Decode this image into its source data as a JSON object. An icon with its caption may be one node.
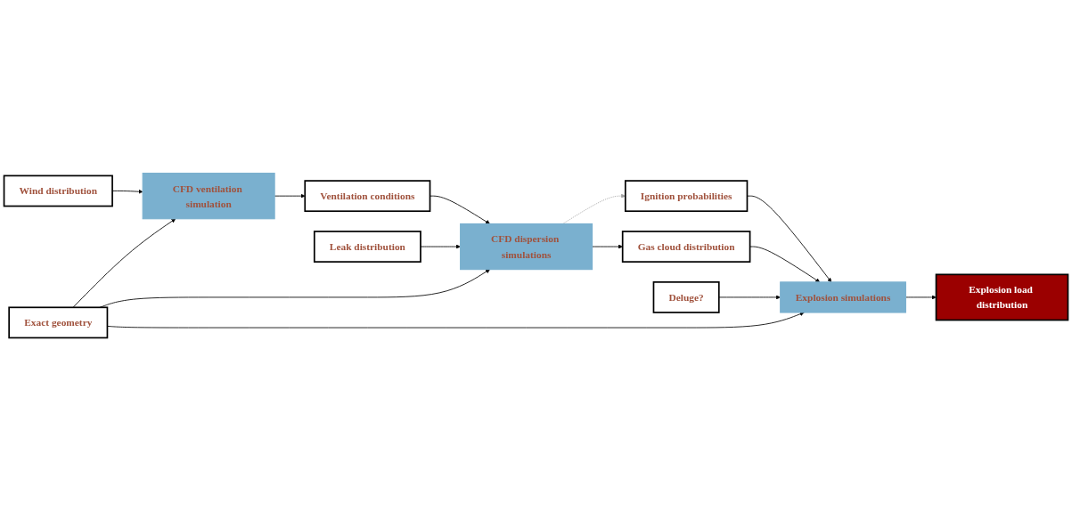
{
  "diagram": {
    "nodes": [
      {
        "text": [
          "CFD ventilation simulation"
        ]
      },
      {
        "text": [
          "Ventilation conditions"
        ]
      },
      {
        "text": [
          "CFD dispersion simulations"
        ]
      },
      {
        "text": [
          "Ignition probabilities"
        ]
      },
      {
        "text": [
          "Wind distribution"
        ]
      },
      {
        "text": [
          "Leak distribution"
        ]
      },
      {
        "text": [
          "Gas cloud distribution"
        ]
      },
      {
        "text": [
          "Explosion simulations"
        ]
      },
      {
        "text": [
          "Deluge?"
        ]
      },
      {
        "text": [
          "Exact geometry"
        ]
      },
      {
        "text": [
          "Explosion load distribution"
        ]
      }
    ],
    "edges": [
      {
        "from": 4,
        "to": 0,
        "arrow": "to"
      },
      {
        "from": 9,
        "to": 0,
        "arrow": "to"
      },
      {
        "from": 0,
        "to": 1,
        "arrow": "to"
      },
      {
        "from": 1,
        "to": 2,
        "arrow": "to"
      },
      {
        "from": 5,
        "to": 2,
        "arrow": "to"
      },
      {
        "from": 9,
        "to": 2,
        "arrow": "to"
      },
      {
        "from": 2,
        "to": 3,
        "arrow": "to",
        "style": "dashed",
        "color": "#a0a0a0"
      },
      {
        "from": 2,
        "to": 6,
        "arrow": "to"
      },
      {
        "from": 3,
        "to": 7,
        "arrow": "to"
      },
      {
        "from": 6,
        "to": 7,
        "arrow": "to"
      },
      {
        "from": 8,
        "to": 7,
        "arrow": "to"
      },
      {
        "from": 9,
        "to": 7,
        "arrow": "to"
      },
      {
        "from": 7,
        "to": 10,
        "arrow": "to"
      }
    ]
  }
}
